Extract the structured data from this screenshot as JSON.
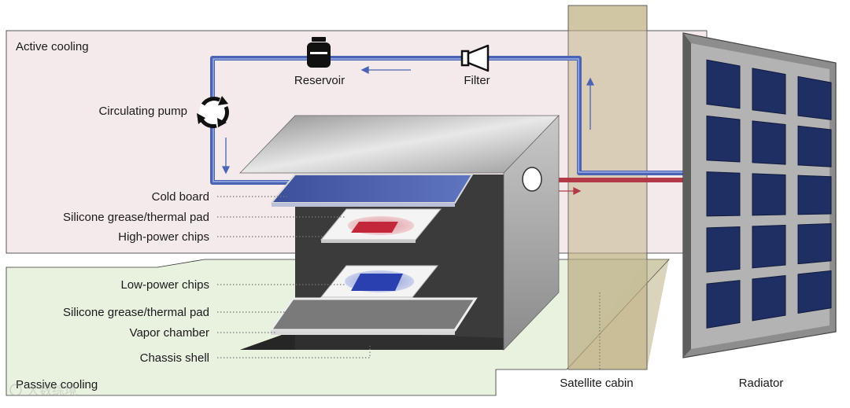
{
  "regions": {
    "active_cooling": "Active cooling",
    "passive_cooling": "Passive cooling"
  },
  "components": {
    "reservoir": "Reservoir",
    "filter": "Filter",
    "circulating_pump": "Circulating pump",
    "satellite_cabin": "Satellite cabin",
    "radiator": "Radiator"
  },
  "layers": {
    "cold_board": "Cold board",
    "thermal_pad_top": "Silicone grease/thermal pad",
    "high_power_chips": "High-power chips",
    "low_power_chips": "Low-power chips",
    "thermal_pad_bottom": "Silicone grease/thermal pad",
    "vapor_chamber": "Vapor chamber",
    "chassis_shell": "Chassis shell"
  },
  "watermark": "大数综境",
  "colors": {
    "active_region": "#f3e6e8",
    "passive_region": "#e5eed9",
    "cabin": "#c9bb95",
    "blue_pipe": "#4a63b5",
    "red_pipe": "#b23a48",
    "radiator_cell": "#1f2f63"
  }
}
